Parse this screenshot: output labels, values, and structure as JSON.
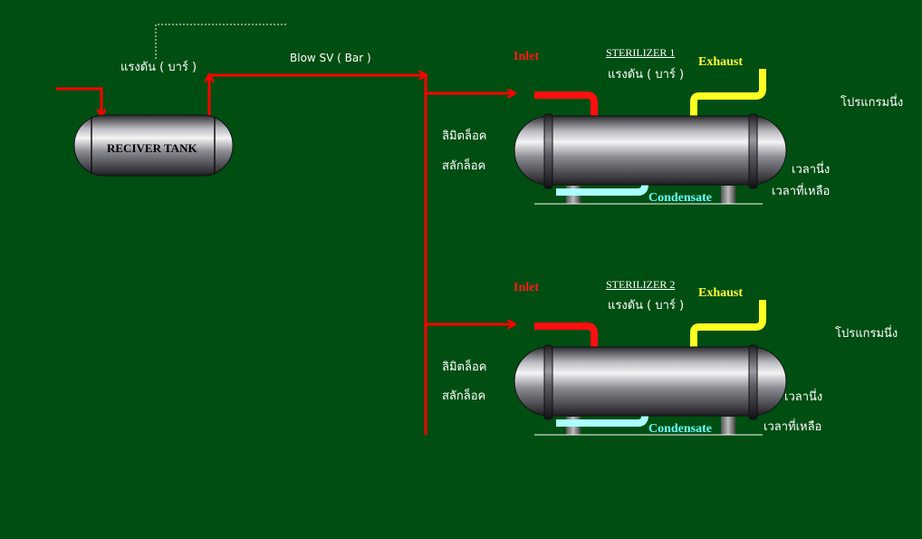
{
  "receiver": {
    "pressure_label": "แรงดัน ( บาร์ )",
    "tank_label": "RECIVER TANK",
    "blow_label": "Blow SV ( Bar )"
  },
  "sterilizers": [
    {
      "title": "STERILIZER 1",
      "inlet": "Inlet",
      "exhaust": "Exhaust",
      "pressure": "แรงดัน ( บาร์ )",
      "program": "โปรแกรมนึ่ง",
      "limit_lock": "ลิมิตล็อค",
      "latch_lock": "สลักล็อค",
      "condensate": "Condensate",
      "steam_time": "เวลานึ่ง",
      "remaining_time": "เวลาที่เหลือ"
    },
    {
      "title": "STERILIZER 2",
      "inlet": "Inlet",
      "exhaust": "Exhaust",
      "pressure": "แรงดัน ( บาร์ )",
      "program": "โปรแกรมนึ่ง",
      "limit_lock": "ลิมิตล็อค",
      "latch_lock": "สลักล็อค",
      "condensate": "Condensate",
      "steam_time": "เวลานึ่ง",
      "remaining_time": "เวลาที่เหลือ"
    }
  ],
  "colors": {
    "background": "#004e12",
    "steam_line": "#ff0000",
    "exhaust_line": "#ffff00",
    "condensate_line": "#aaffff"
  }
}
